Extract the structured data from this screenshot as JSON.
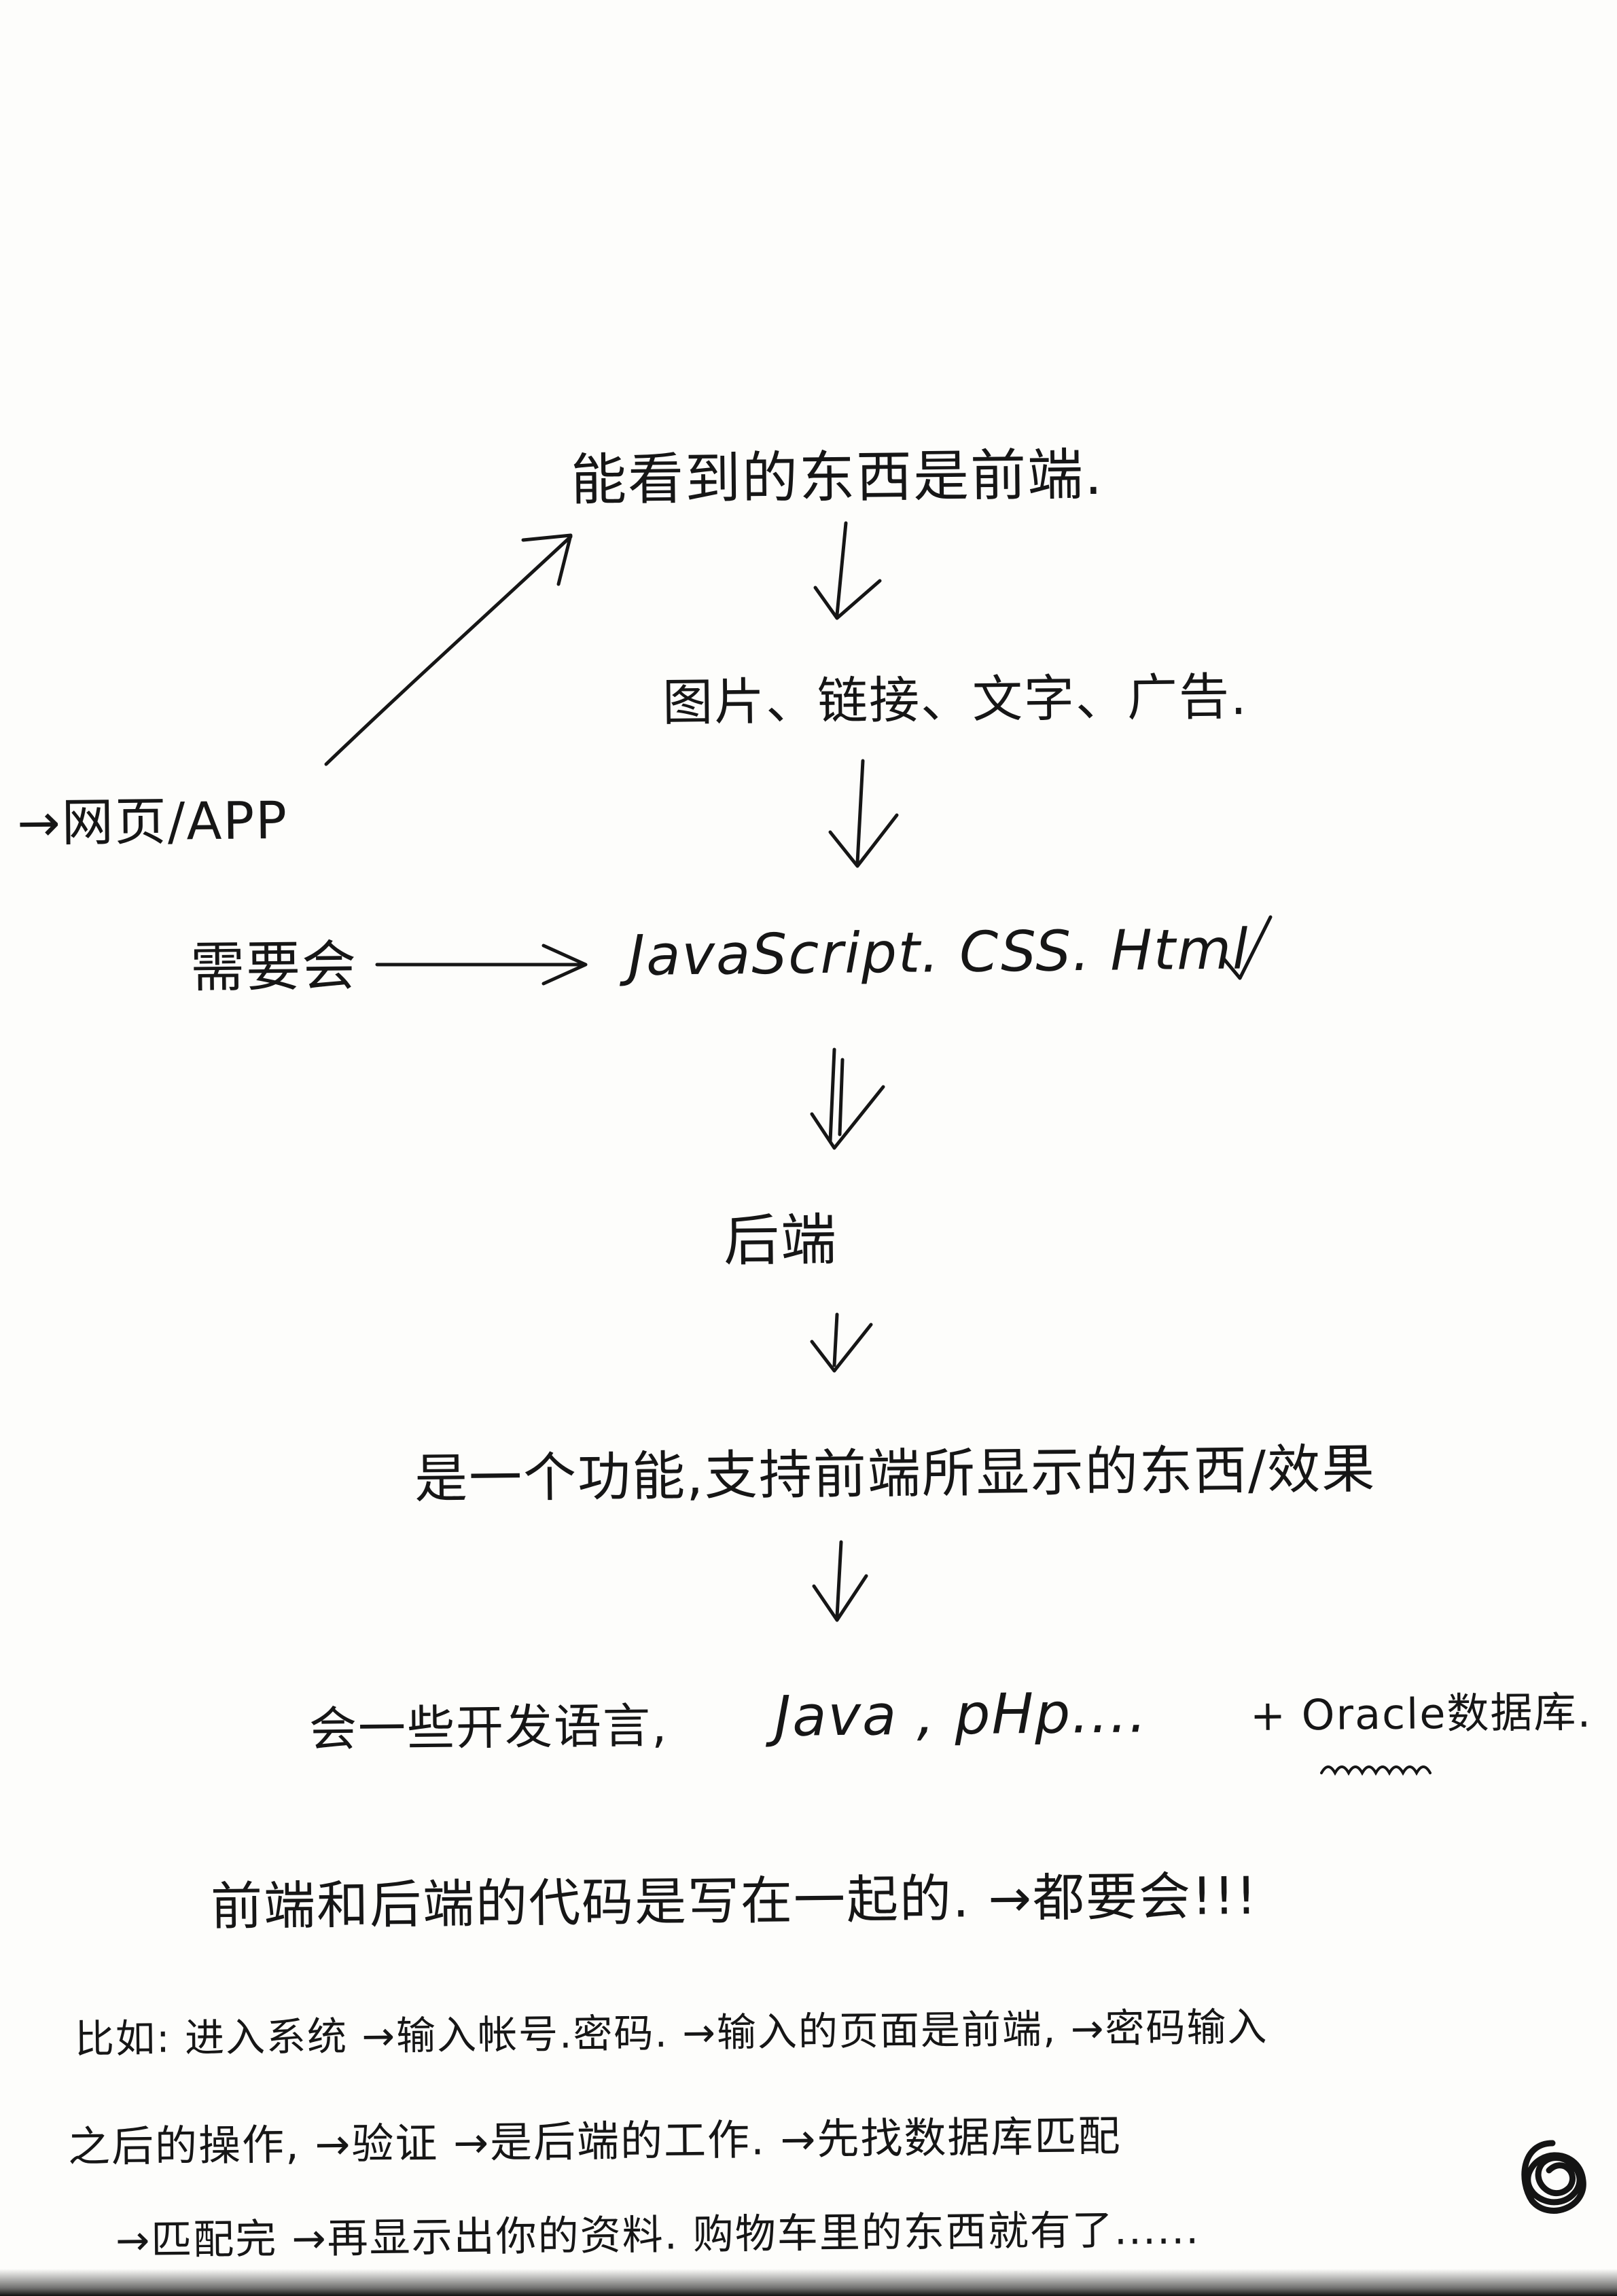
{
  "flow": {
    "front_visible": "能看到的东西是前端.",
    "front_items": "图片、链接、文字、广告.",
    "web_app": "→网页/APP",
    "need_skills": "需要会",
    "front_langs": "JavaScript. CSS. Html",
    "back_end": "后端",
    "back_desc": "是一个功能,支持前端所显示的东西/效果",
    "back_langs_prefix": "会一些开发语言,",
    "back_langs": "Java , pHp....",
    "plus_db": "+ Oracle数据库."
  },
  "summary": {
    "together": "前端和后端的代码是写在一起的. →都要会!!!",
    "example_line1": "比如: 进入系统 →输入帐号.密码. →输入的页面是前端, →密码输入",
    "example_line2": "之后的操作, →验证 →是后端的工作. →先找数据库匹配",
    "example_line3": "→匹配完 →再显示出你的资料. 购物车里的东西就有了......"
  }
}
